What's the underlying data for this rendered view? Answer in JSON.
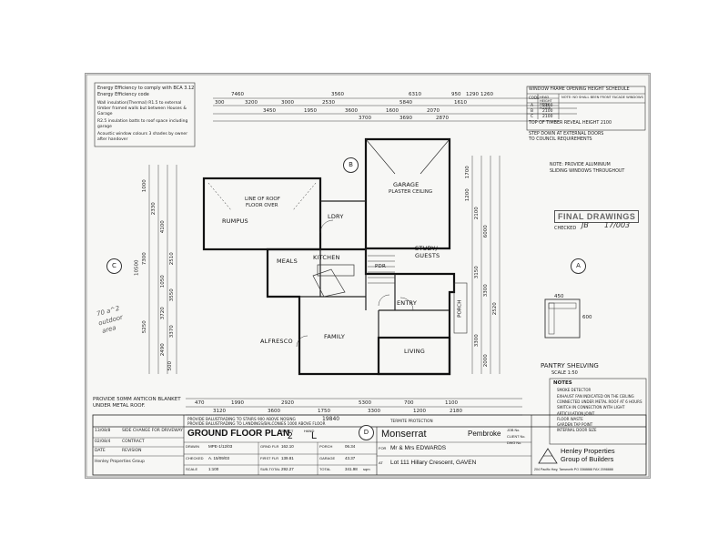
{
  "notes_top_left": {
    "title": "Energy Efficiency to comply with BCA 3.12",
    "subtitle": "Energy Efficiency code",
    "lines": [
      "Wall insulation(Thermal) R1.5 to external",
      "timber framed walls but between Houses &",
      "Garage",
      "R2.5 insulation batts to roof space including",
      "garage",
      "Acoustic window colours 3 shades by owner",
      "after handover"
    ]
  },
  "dimensions_top": [
    "7460",
    "3560",
    "6310",
    "950",
    "1290",
    "1260",
    "3200",
    "3000",
    "2530",
    "5840",
    "1610",
    "3450",
    "1950",
    "3600",
    "1600",
    "2070",
    "3700",
    "3690",
    "2870",
    "300"
  ],
  "dimensions_bottom": [
    "470",
    "1990",
    "2920",
    "5300",
    "700",
    "1100",
    "3120",
    "3600",
    "1750",
    "3300",
    "1200",
    "2180",
    "19840"
  ],
  "dimensions_left": [
    "1000",
    "2330",
    "4100",
    "7300",
    "10500",
    "2510",
    "1050",
    "3550",
    "3720",
    "5250",
    "3370",
    "2490",
    "500"
  ],
  "dimensions_right": [
    "1700",
    "1200",
    "2100",
    "6000",
    "3150",
    "3300",
    "2520",
    "3300",
    "2000"
  ],
  "rooms": {
    "rumpus": "RUMPUS",
    "ldry": "LDRY",
    "garage": "GARAGE",
    "garage_note": "PLASTER CEILING",
    "meals": "MEALS",
    "kitchen": "KITCHEN",
    "study": "STUDY/",
    "guests": "GUESTS",
    "pdr": "PDR",
    "entry": "ENTRY",
    "alfresco": "ALFRESCO",
    "family": "FAMILY",
    "living": "LIVING",
    "porch": "PORCH",
    "line_of_roof": "LINE OF ROOF",
    "floor_over": "FLOOR OVER"
  },
  "window_schedule": {
    "title": "WINDOW FRAME OPENING HEIGHT SCHEDULE",
    "headers": [
      "CODE",
      "HEAD HEIGHT FROM FLOOR",
      "NOTE: NO SHALL BEEN FRONT FACADE WINDOWS"
    ],
    "rows": [
      [
        "A",
        "2100"
      ],
      [
        "B",
        "2100"
      ],
      [
        "C",
        "2100"
      ]
    ],
    "top_note": "TOP OF TIMBER REVEAL HEIGHT 2100",
    "step_note": "STEP DOWN AT EXTERNAL DOORS",
    "council": "TO COUNCIL REQUIREMENTS"
  },
  "note_aluminium": [
    "NOTE: PROVIDE ALUMINIUM",
    "SLIDING WINDOWS THROUGHOUT"
  ],
  "stamp": "FINAL DRAWINGS",
  "checked": "CHECKED",
  "checked_sign": "JB",
  "checked_date": "17/003",
  "grid_a": "A",
  "grid_b": "B",
  "grid_c": "C",
  "grid_d": "D",
  "pantry": {
    "title": "PANTRY SHELVING",
    "scale": "SCALE 1:50",
    "dim_top": "450",
    "dim_side": "600"
  },
  "roof_note": [
    "PROVIDE 50MM ANTICON BLANKET",
    "UNDER METAL ROOF."
  ],
  "handwritten": [
    "70 a^2",
    "outdoor",
    "area"
  ],
  "notes_legend": {
    "title": "NOTES",
    "lines": [
      "SMOKE DETECTOR",
      "EXHAUST FAN INDICATED ON THE CEILING",
      "CONNECTED UNDER METAL ROOF AT 6 HOURS",
      "SWITCH IN CONNECTION WITH LIGHT",
      "ARTICULATION JOINT",
      "FLOOR WASTE",
      "GARDEN TAP POINT",
      "INTERNAL DOOR SIZE"
    ]
  },
  "revisions": {
    "rows": [
      [
        "13/08/8",
        "SIDE CHANGE FOR DRIVEWAY"
      ],
      [
        "02/08/4",
        "CONTRACT"
      ],
      [
        "DATE",
        "REVISION"
      ]
    ]
  },
  "bottom_notes": [
    "PROVIDE BALUSTRADING TO STAIRS 900 ABOVE NOSING",
    "PROVIDE BALUSTRADING TO LANDINGS/BALCONIES 1000 ABOVE FLOOR",
    "TERMITE PROTECTION"
  ],
  "copyright": "Henley Properties Group",
  "title_block": {
    "plan_title": "GROUND FLOOR PLAN",
    "sheet_label": "SHEET",
    "sheet_no": "2",
    "hand_label": "HAND",
    "hand": "L",
    "house_name": "Monserrat",
    "range": "Pembroke",
    "for_label": "FOR",
    "client": "Mr & Mrs EDWARDS",
    "at_label": "AT",
    "address": "Lot 111 Hillary Crescent, GAVEN",
    "drawn_label": "DRAWN",
    "drawn": "MPE-1/12/03",
    "checked_label": "CHECKED",
    "checked_val": "A. 15/09/03",
    "scale_label": "SCALE",
    "scale": "1:100",
    "areas": [
      [
        "GRND FLR",
        "162.10",
        "PORCH",
        "06.34"
      ],
      [
        "FIRST FLR",
        "139.81",
        "GARAGE",
        "43.37"
      ],
      [
        "SUB-TOTAL",
        "292.27",
        "TOTAL",
        "341.98"
      ]
    ],
    "sqm": "sqm",
    "job_labels": [
      "JOB No.",
      "CLIENT No.",
      "DWG No."
    ],
    "company1": "Henley Properties",
    "company2": "Group of Builders",
    "company_addr": "204 Pacific Hwy, Tamworth PO 3368888 FAX 2098888"
  }
}
